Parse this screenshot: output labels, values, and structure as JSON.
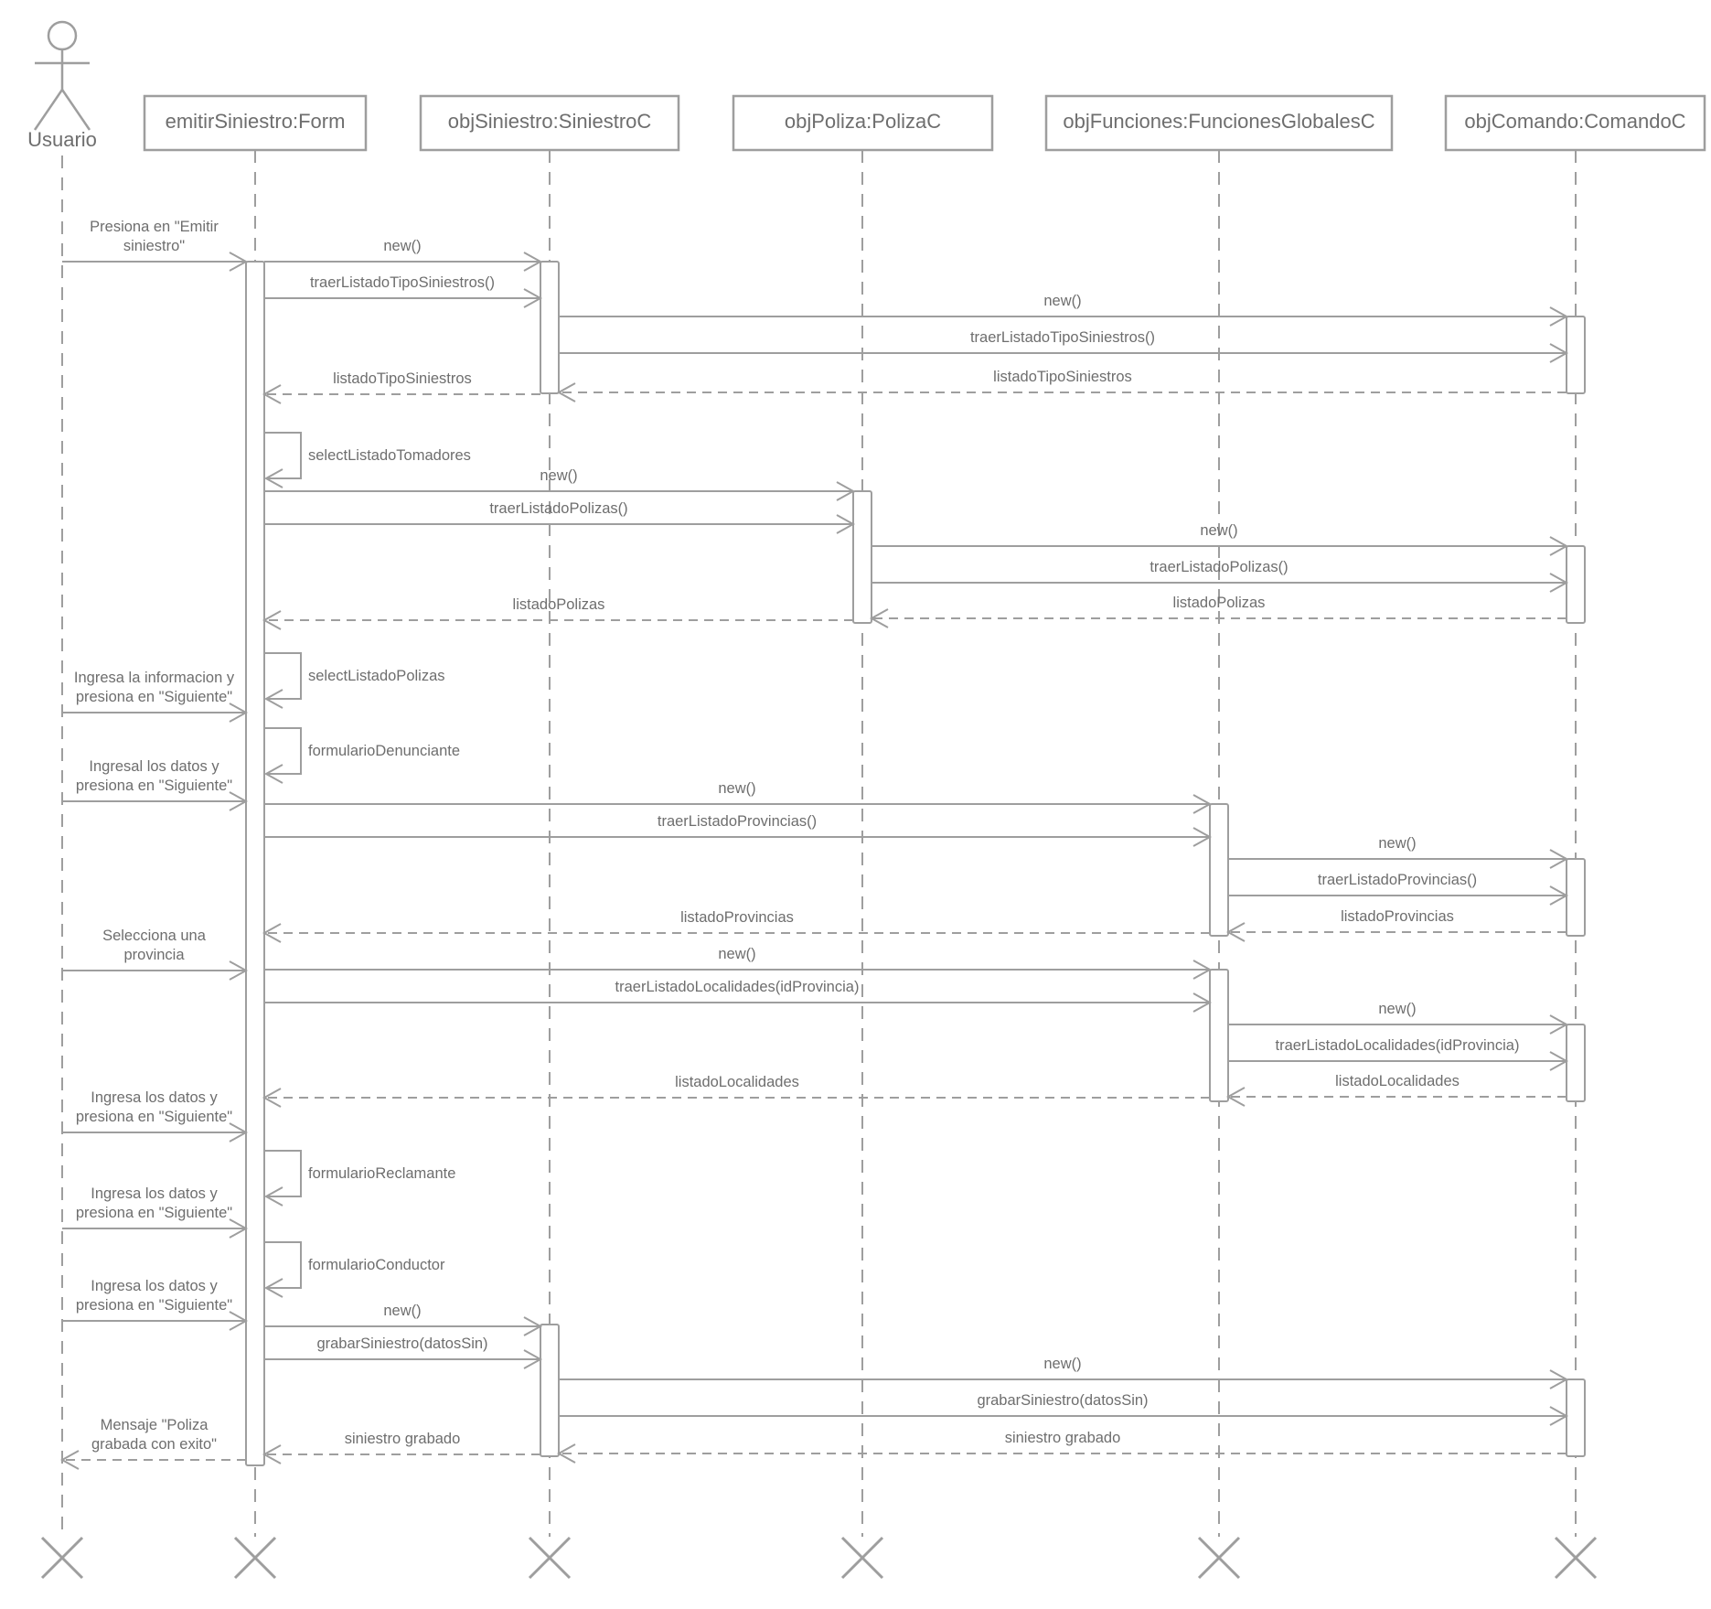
{
  "colors": {
    "line": "#9e9e9e",
    "text": "#6e6e6e",
    "background": "#ffffff"
  },
  "participants": [
    {
      "id": "usuario",
      "label": "Usuario",
      "kind": "actor"
    },
    {
      "id": "form",
      "label": "emitirSiniestro:Form",
      "kind": "object"
    },
    {
      "id": "siniestro",
      "label": "objSiniestro:SiniestroC",
      "kind": "object"
    },
    {
      "id": "poliza",
      "label": "objPoliza:PolizaC",
      "kind": "object"
    },
    {
      "id": "funciones",
      "label": "objFunciones:FuncionesGlobalesC",
      "kind": "object"
    },
    {
      "id": "comando",
      "label": "objComando:ComandoC",
      "kind": "object"
    }
  ],
  "messages": [
    {
      "from": "usuario",
      "to": "form",
      "kind": "sync",
      "lines": [
        "Presiona en \"Emitir",
        "siniestro\""
      ]
    },
    {
      "from": "form",
      "to": "siniestro",
      "kind": "sync",
      "lines": [
        "new()"
      ]
    },
    {
      "from": "form",
      "to": "siniestro",
      "kind": "sync",
      "lines": [
        "traerListadoTipoSiniestros()"
      ]
    },
    {
      "from": "siniestro",
      "to": "comando",
      "kind": "sync",
      "lines": [
        "new()"
      ]
    },
    {
      "from": "siniestro",
      "to": "comando",
      "kind": "sync",
      "lines": [
        "traerListadoTipoSiniestros()"
      ]
    },
    {
      "from": "comando",
      "to": "siniestro",
      "kind": "return",
      "lines": [
        "listadoTipoSiniestros"
      ]
    },
    {
      "from": "siniestro",
      "to": "form",
      "kind": "return",
      "lines": [
        "listadoTipoSiniestros"
      ]
    },
    {
      "from": "form",
      "to": "form",
      "kind": "self",
      "lines": [
        "selectListadoTomadores"
      ]
    },
    {
      "from": "form",
      "to": "poliza",
      "kind": "sync",
      "lines": [
        "new()"
      ]
    },
    {
      "from": "form",
      "to": "poliza",
      "kind": "sync",
      "lines": [
        "traerListadoPolizas()"
      ]
    },
    {
      "from": "poliza",
      "to": "comando",
      "kind": "sync",
      "lines": [
        "new()"
      ]
    },
    {
      "from": "poliza",
      "to": "comando",
      "kind": "sync",
      "lines": [
        "traerListadoPolizas()"
      ]
    },
    {
      "from": "comando",
      "to": "poliza",
      "kind": "return",
      "lines": [
        "listadoPolizas"
      ]
    },
    {
      "from": "poliza",
      "to": "form",
      "kind": "return",
      "lines": [
        "listadoPolizas"
      ]
    },
    {
      "from": "form",
      "to": "form",
      "kind": "self",
      "lines": [
        "selectListadoPolizas"
      ]
    },
    {
      "from": "usuario",
      "to": "form",
      "kind": "sync",
      "lines": [
        "Ingresa la informacion y",
        "presiona en \"Siguiente\""
      ]
    },
    {
      "from": "form",
      "to": "form",
      "kind": "self",
      "lines": [
        "formularioDenunciante"
      ]
    },
    {
      "from": "usuario",
      "to": "form",
      "kind": "sync",
      "lines": [
        "Ingresal los datos y",
        "presiona en \"Siguiente\""
      ]
    },
    {
      "from": "form",
      "to": "funciones",
      "kind": "sync",
      "lines": [
        "new()"
      ]
    },
    {
      "from": "form",
      "to": "funciones",
      "kind": "sync",
      "lines": [
        "traerListadoProvincias()"
      ]
    },
    {
      "from": "funciones",
      "to": "comando",
      "kind": "sync",
      "lines": [
        "new()"
      ]
    },
    {
      "from": "funciones",
      "to": "comando",
      "kind": "sync",
      "lines": [
        "traerListadoProvincias()"
      ]
    },
    {
      "from": "comando",
      "to": "funciones",
      "kind": "return",
      "lines": [
        "listadoProvincias"
      ]
    },
    {
      "from": "funciones",
      "to": "form",
      "kind": "return",
      "lines": [
        "listadoProvincias"
      ]
    },
    {
      "from": "usuario",
      "to": "form",
      "kind": "sync",
      "lines": [
        "Selecciona una",
        "provincia"
      ]
    },
    {
      "from": "form",
      "to": "funciones",
      "kind": "sync",
      "lines": [
        "new()"
      ]
    },
    {
      "from": "form",
      "to": "funciones",
      "kind": "sync",
      "lines": [
        "traerListadoLocalidades(idProvincia)"
      ]
    },
    {
      "from": "funciones",
      "to": "comando",
      "kind": "sync",
      "lines": [
        "new()"
      ]
    },
    {
      "from": "funciones",
      "to": "comando",
      "kind": "sync",
      "lines": [
        "traerListadoLocalidades(idProvincia)"
      ]
    },
    {
      "from": "comando",
      "to": "funciones",
      "kind": "return",
      "lines": [
        "listadoLocalidades"
      ]
    },
    {
      "from": "funciones",
      "to": "form",
      "kind": "return",
      "lines": [
        "listadoLocalidades"
      ]
    },
    {
      "from": "usuario",
      "to": "form",
      "kind": "sync",
      "lines": [
        "Ingresa los datos y",
        "presiona en \"Siguiente\""
      ]
    },
    {
      "from": "form",
      "to": "form",
      "kind": "self",
      "lines": [
        "formularioReclamante"
      ]
    },
    {
      "from": "usuario",
      "to": "form",
      "kind": "sync",
      "lines": [
        "Ingresa los datos y",
        "presiona en \"Siguiente\""
      ]
    },
    {
      "from": "form",
      "to": "form",
      "kind": "self",
      "lines": [
        "formularioConductor"
      ]
    },
    {
      "from": "usuario",
      "to": "form",
      "kind": "sync",
      "lines": [
        "Ingresa los datos y",
        "presiona en \"Siguiente\""
      ]
    },
    {
      "from": "form",
      "to": "siniestro",
      "kind": "sync",
      "lines": [
        "new()"
      ]
    },
    {
      "from": "form",
      "to": "siniestro",
      "kind": "sync",
      "lines": [
        "grabarSiniestro(datosSin)"
      ]
    },
    {
      "from": "siniestro",
      "to": "comando",
      "kind": "sync",
      "lines": [
        "new()"
      ]
    },
    {
      "from": "siniestro",
      "to": "comando",
      "kind": "sync",
      "lines": [
        "grabarSiniestro(datosSin)"
      ]
    },
    {
      "from": "comando",
      "to": "siniestro",
      "kind": "return",
      "lines": [
        "siniestro grabado"
      ]
    },
    {
      "from": "siniestro",
      "to": "form",
      "kind": "return",
      "lines": [
        "siniestro grabado"
      ]
    },
    {
      "from": "form",
      "to": "usuario",
      "kind": "return",
      "lines": [
        "Mensaje \"Poliza",
        "grabada con exito\""
      ]
    }
  ]
}
